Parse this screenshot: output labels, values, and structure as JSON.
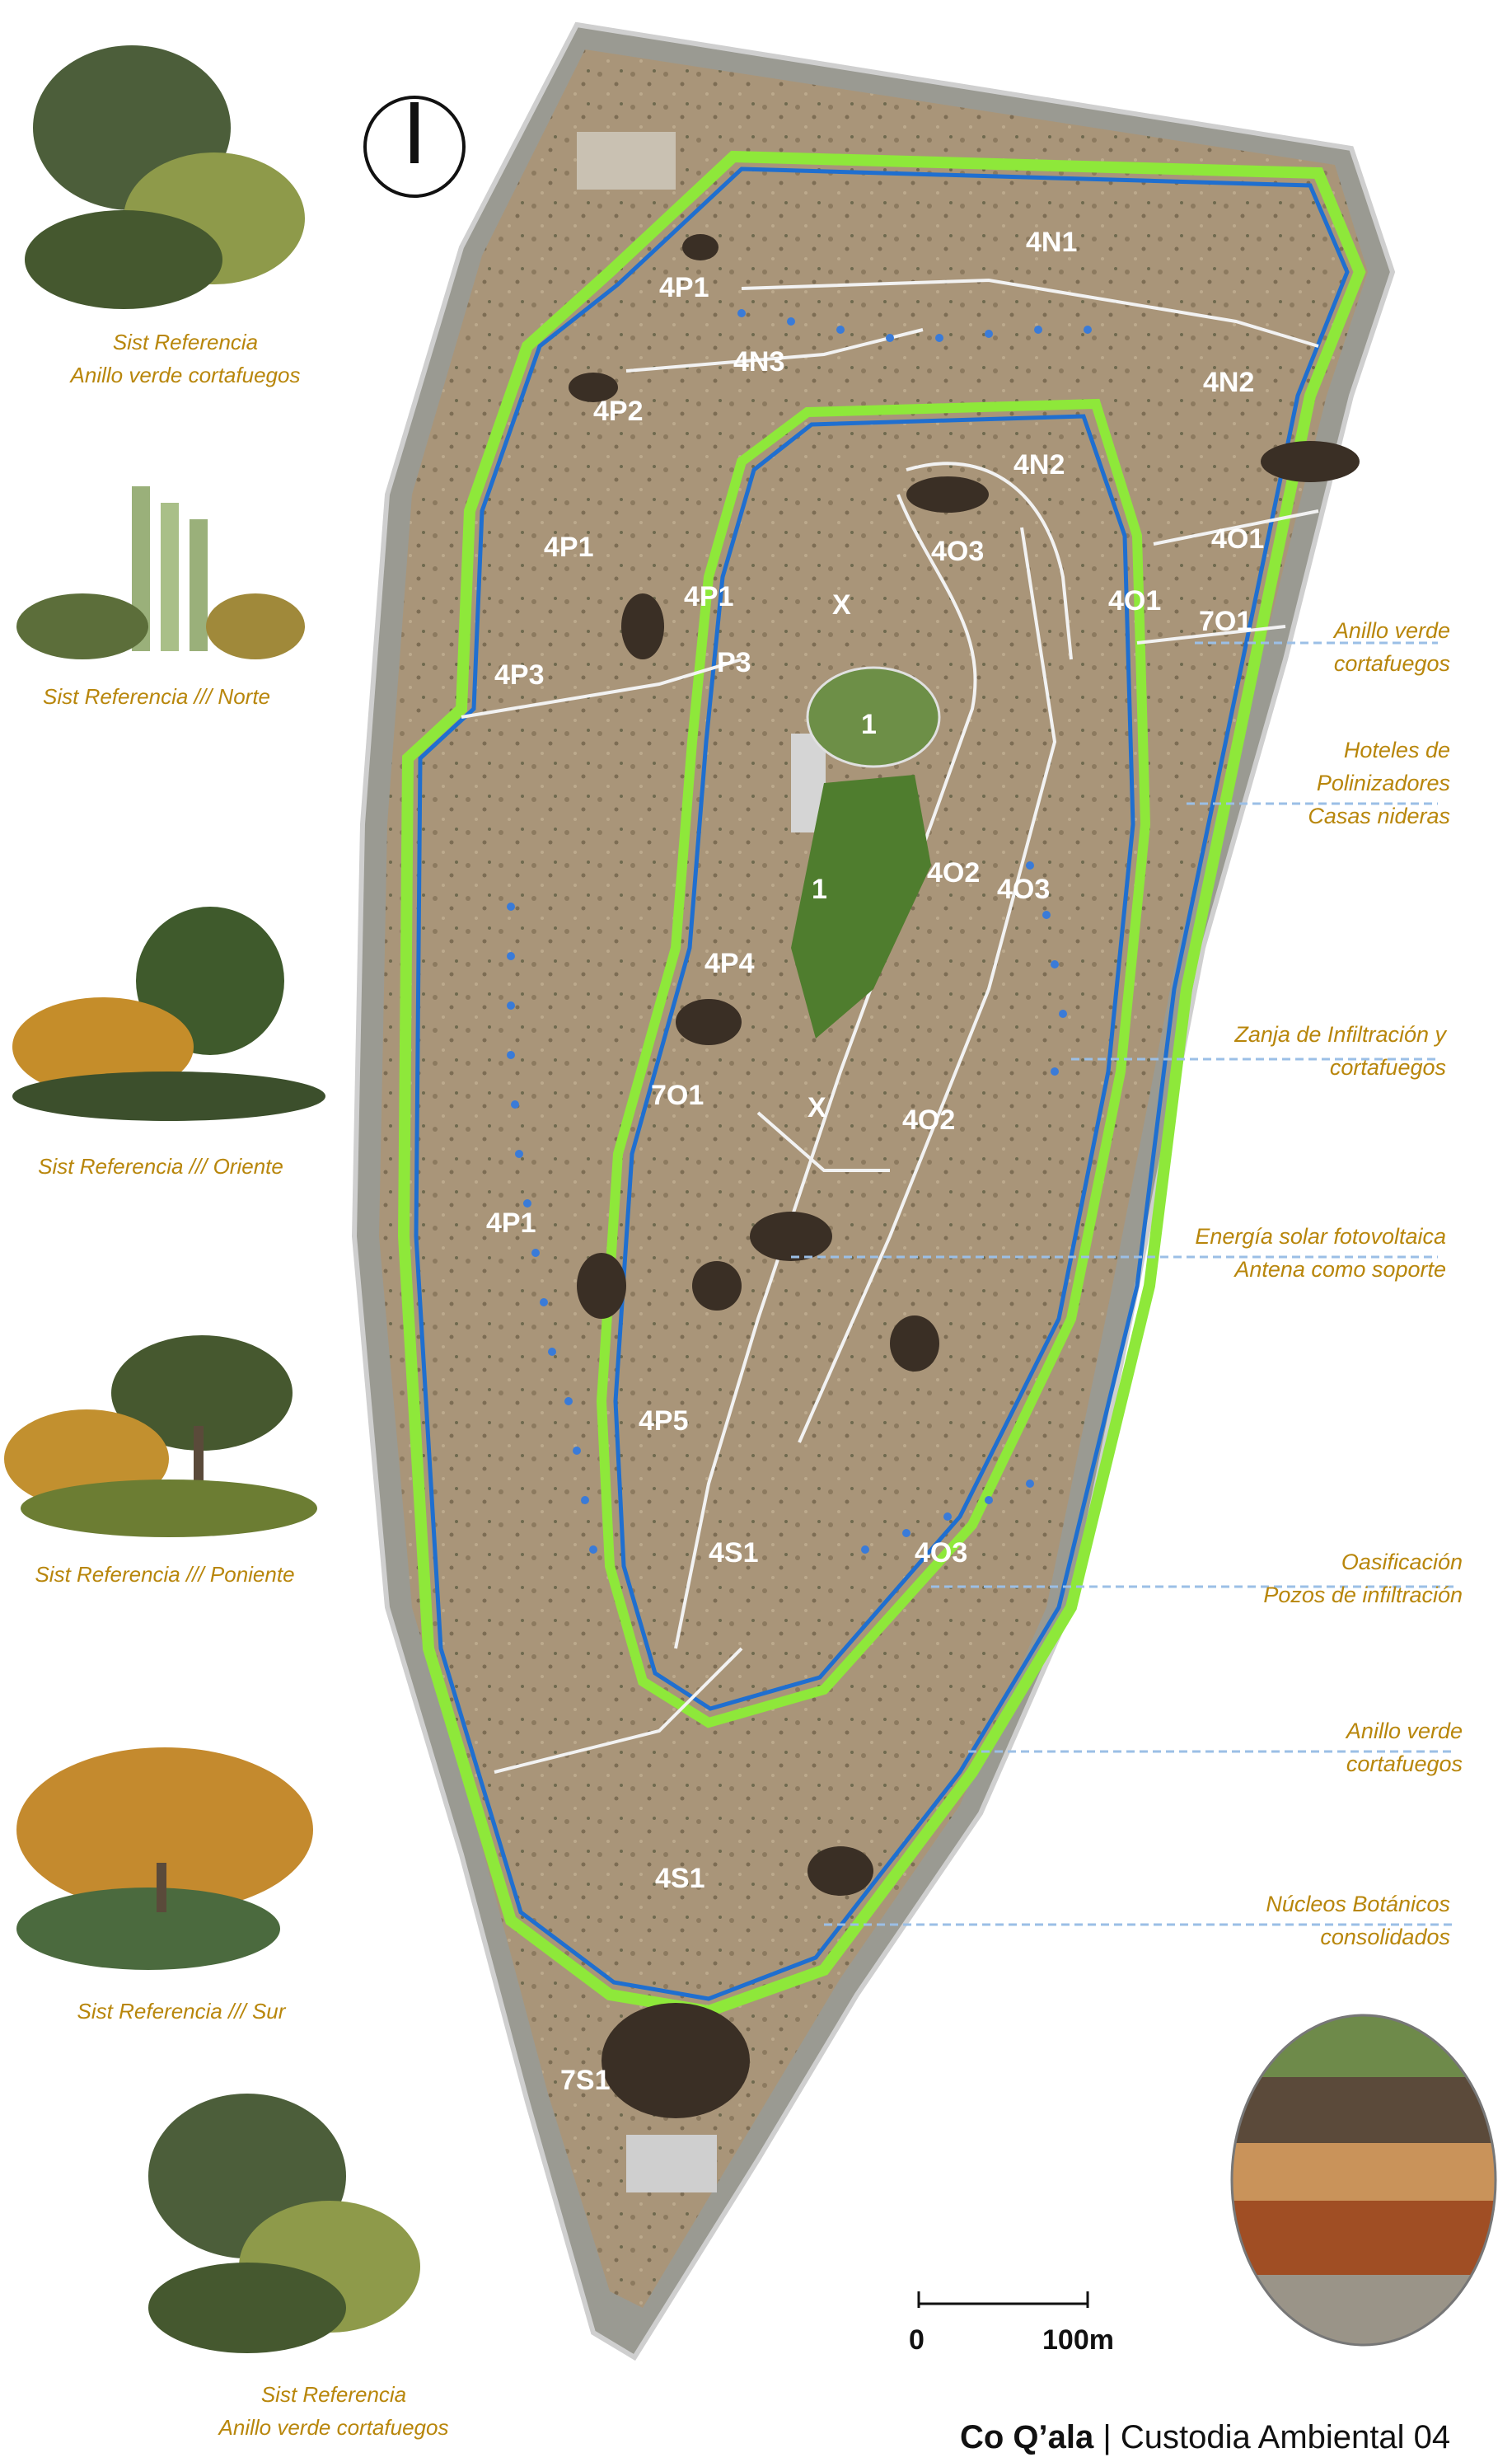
{
  "colors": {
    "green_ring": "#8ee83a",
    "blue_channel": "#1f6fd0",
    "caption": "#b8860b",
    "callout_leader": "#9bbfe6",
    "terrain": "#a99579",
    "paths": "#f2f2f2"
  },
  "icons": {
    "north_arrow": "north-arrow-icon",
    "scale_bar": "scale-bar-icon",
    "insect_hotel": "insect-hotel-photo"
  },
  "plant_refs": [
    {
      "line1": "Sist Referencia",
      "line2": "Anillo verde cortafuegos"
    },
    {
      "line1": "Sist Referencia /// Norte",
      "line2": ""
    },
    {
      "line1": "Sist Referencia /// Oriente",
      "line2": ""
    },
    {
      "line1": "Sist Referencia ///  Poniente",
      "line2": ""
    },
    {
      "line1": "Sist Referencia ///  Sur",
      "line2": ""
    },
    {
      "line1": "Sist Referencia",
      "line2": "Anillo verde cortafuegos"
    }
  ],
  "callouts": [
    {
      "lines": [
        "Anillo verde",
        "cortafuegos"
      ]
    },
    {
      "lines": [
        "Hoteles de",
        "Polinizadores",
        "Casas nideras"
      ]
    },
    {
      "lines": [
        "Zanja de Infiltración y",
        "cortafuegos"
      ]
    },
    {
      "lines": [
        "Energía solar fotovoltaica",
        "Antena como soporte"
      ]
    },
    {
      "lines": [
        "Oasificación",
        "Pozos de infiltración"
      ]
    },
    {
      "lines": [
        "Anillo verde",
        "cortafuegos"
      ]
    },
    {
      "lines": [
        "Núcleos Botánicos",
        "consolidados"
      ]
    }
  ],
  "zones": [
    "4N1",
    "4P1",
    "4N3",
    "4N2",
    "4P2",
    "4N2",
    "4P1",
    "4O3",
    "4O1",
    "4P1",
    "4O1",
    "7O1",
    "4P3",
    "P3",
    "1",
    "4O2",
    "4O3",
    "1",
    "4P4",
    "7O1",
    "X",
    "4O2",
    "4P1",
    "4P5",
    "4S1",
    "4O3",
    "4S1",
    "7S1",
    "X"
  ],
  "scale": {
    "start": "0",
    "end": "100m"
  },
  "footer": {
    "brand": "Co Q’ala",
    "separator": " | ",
    "title": "Custodia Ambiental 04"
  }
}
